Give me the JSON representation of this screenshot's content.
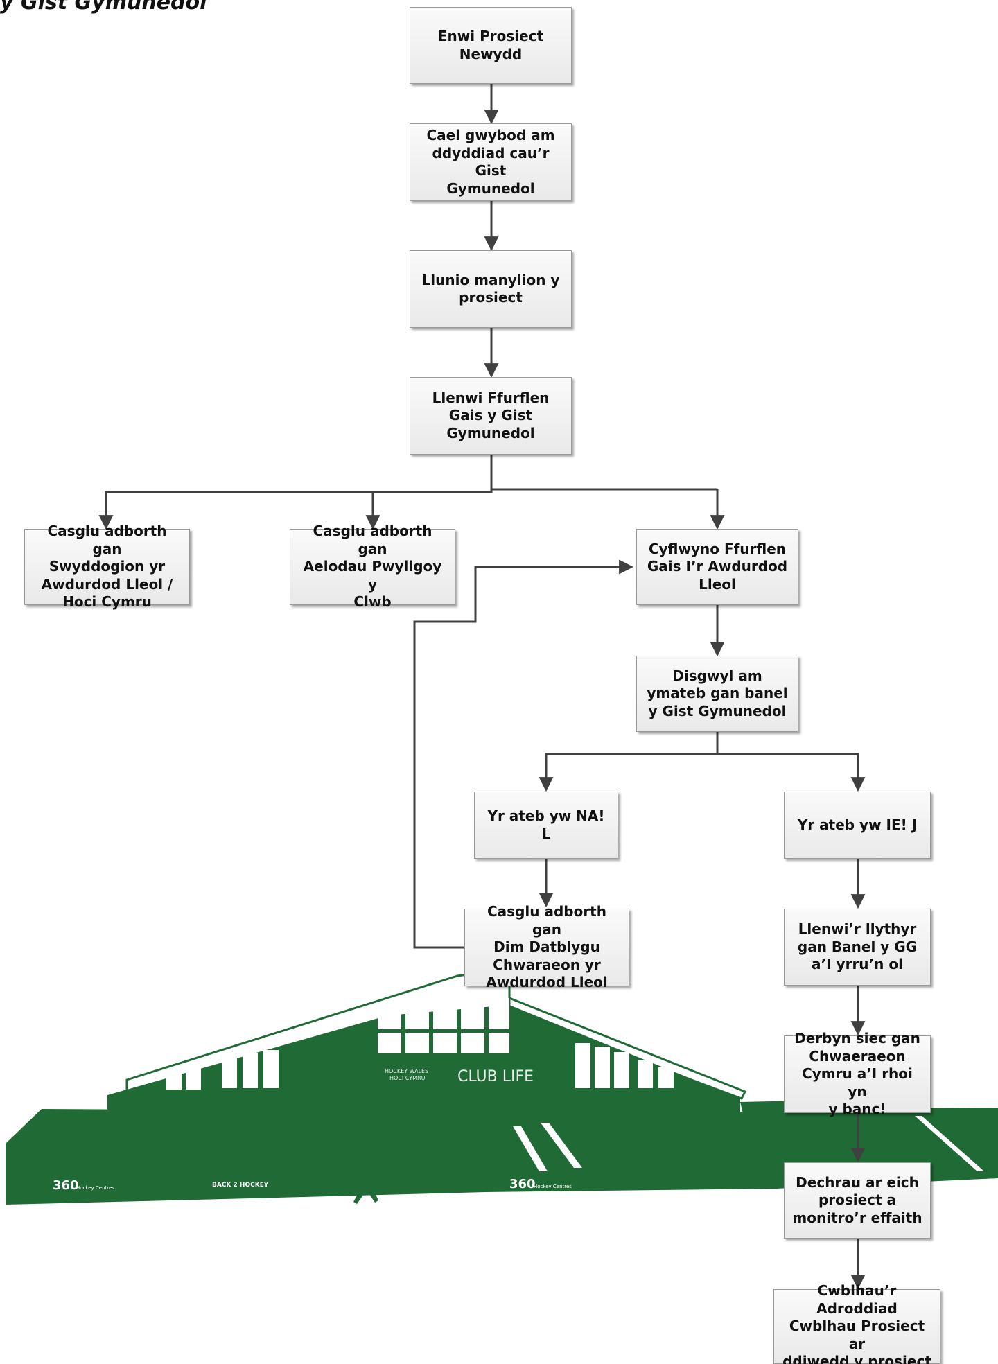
{
  "heading": "y Gist Gymunedol",
  "steps": {
    "s1": "Enwi Prosiect\nNewydd",
    "s2": "Cael gwybod am\nddyddiad cau’r Gist\nGymunedol",
    "s3": "Llunio manylion y\nprosiect",
    "s4": "Llenwi Ffurflen\nGais y Gist\nGymunedol",
    "s5": "Casglu adborth gan\nSwyddogion yr\nAwdurdod Lleol /\nHoci Cymru",
    "s6": "Casglu adborth gan\nAelodau Pwyllgoy y\nClwb",
    "s7": "Cyflwyno Ffurflen\nGais I’r Awdurdod\nLleol",
    "s8": "Disgwyl am\nymateb gan banel\ny Gist Gymunedol",
    "s9": "Yr ateb yw NA! L",
    "s10": "Yr ateb yw IE! J",
    "s11": "Casglu adborth gan\nDim Datblygu\nChwaraeon yr\nAwdurdod Lleol",
    "s12": "Llenwi’r llythyr\ngan Banel y GG\na’I yrru’n ol",
    "s13": "Derbyn siec gan\nChwaeraeon\nCymru a’I rhoi yn\ny banc!",
    "s14": "Dechrau ar eich\nprosiect a\nmonitro’r effaith",
    "s15": "Cwblhau’r Adroddiad\nCwblhau Prosiect ar\nddiwedd y prosiect"
  },
  "building": {
    "sign_text": "CLUB LIFE",
    "logo_text_1": "HOCKEY WALES",
    "logo_text_2": "HOCI CYMRU",
    "ad_text_1": "360",
    "ad_text_2": "Hockey Centres",
    "ad_text_3": "BACK 2 HOCKEY",
    "fill_color": "#1f6a35"
  },
  "colors": {
    "arrow": "#404040",
    "box_border": "#9a9a9a"
  }
}
